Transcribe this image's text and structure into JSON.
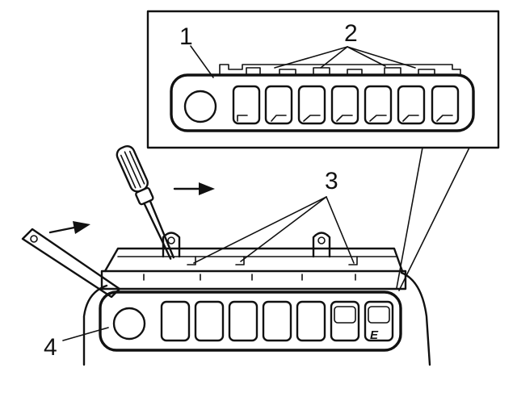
{
  "diagram": {
    "callouts": {
      "label_1": "1",
      "label_2": "2",
      "label_3": "3",
      "label_4": "4"
    },
    "button_glyph": "E",
    "colors": {
      "ink": "#111111",
      "panel_fill": "#d9d9d9",
      "paper": "#ffffff"
    },
    "icons": [
      "screwdriver-icon",
      "pry-tool-icon",
      "push-direction-arrow"
    ]
  }
}
